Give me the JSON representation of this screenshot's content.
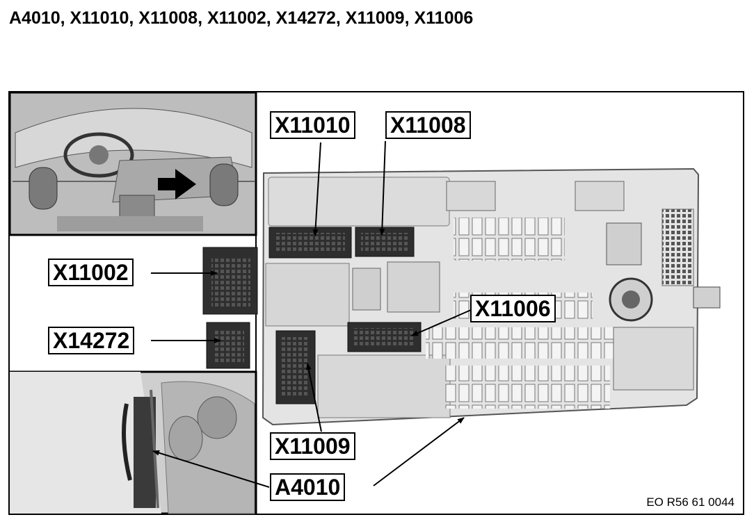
{
  "page_title": "A4010, X11010, X11008, X11002, X14272, X11009, X11006",
  "callouts": {
    "x11010": "X11010",
    "x11008": "X11008",
    "x11002": "X11002",
    "x14272": "X14272",
    "x11006": "X11006",
    "x11009": "X11009",
    "a4010": "A4010"
  },
  "reference_code": "EO R56 61 0044",
  "colors": {
    "module_fill": "#e4e4e4",
    "module_stroke": "#555555",
    "connector_fill": "#2e2e2e",
    "frame": "#000000"
  }
}
